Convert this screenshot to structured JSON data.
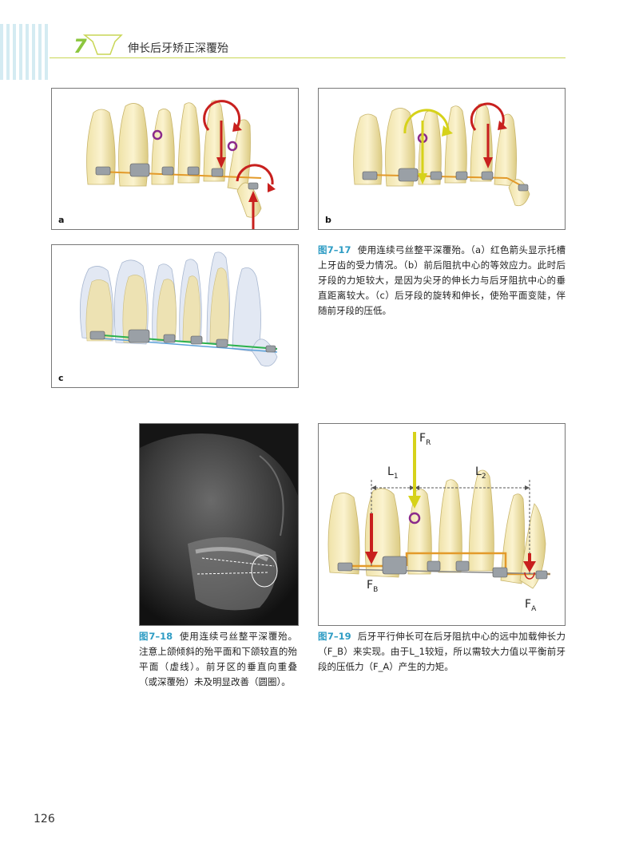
{
  "header": {
    "chapter_number": "7",
    "chapter_title": "伸长后牙矫正深覆殆"
  },
  "figures": {
    "fig_7_17": {
      "panel_a_label": "a",
      "panel_b_label": "b",
      "panel_c_label": "c",
      "caption_number": "图7–17",
      "caption_text": "使用连续弓丝整平深覆殆。（a）红色箭头显示托槽上牙齿的受力情况。（b）前后阻抗中心的等效应力。此时后牙段的力矩较大，是因为尖牙的伸长力与后牙阻抗中心的垂直距离较大。（c）后牙段的旋转和伸长，使殆平面变陡，伴随前牙段的压低。"
    },
    "fig_7_18": {
      "caption_number": "图7–18",
      "caption_text": "使用连续弓丝整平深覆殆。注意上颌倾斜的殆平面和下颌较直的殆平面（虚线）。前牙区的垂直向重叠（或深覆殆）未及明显改善（圆圈）。"
    },
    "fig_7_19": {
      "labels": {
        "fr": "F",
        "fr_sub": "R",
        "l1": "L",
        "l1_sub": "1",
        "l2": "L",
        "l2_sub": "2",
        "fb": "F",
        "fb_sub": "B",
        "fa": "F",
        "fa_sub": "A"
      },
      "caption_number": "图7–19",
      "caption_text": "后牙平行伸长可在后牙阻抗中心的远中加载伸长力（F_B）来实现。由于L_1较短，所以需较大力值以平衡前牙段的压低力（F_A）产生的力矩。"
    }
  },
  "page_number": "126",
  "colors": {
    "accent_green": "#8cc63f",
    "caption_blue": "#2e9cc4",
    "arrow_red": "#c8201e",
    "arrow_yellow": "#d6d21a",
    "center_purple": "#8b2a8b",
    "wire_orange": "#e39a2a"
  }
}
